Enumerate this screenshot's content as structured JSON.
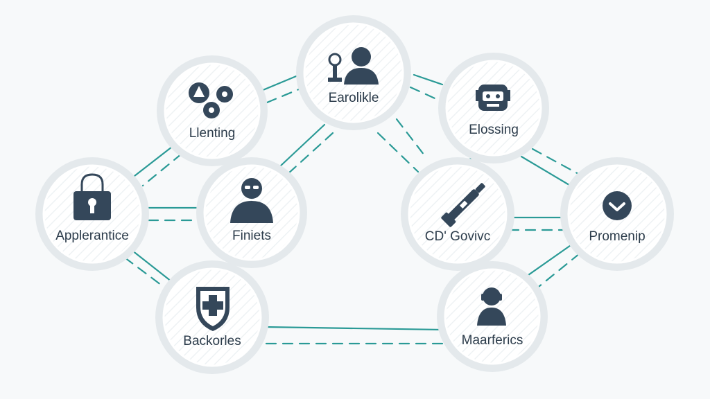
{
  "nodes": [
    {
      "id": "earolikle",
      "label": "Earolikle",
      "icon": "person-with-gear-icon"
    },
    {
      "id": "llenting",
      "label": "Llenting",
      "icon": "circles-group-icon"
    },
    {
      "id": "elossing",
      "label": "Elossing",
      "icon": "robot-head-icon"
    },
    {
      "id": "applerantice",
      "label": "Applerantice",
      "icon": "padlock-icon"
    },
    {
      "id": "finiets",
      "label": "Finiets",
      "icon": "person-glasses-icon"
    },
    {
      "id": "cd-govivc",
      "label": "CD' Govivc",
      "icon": "wrench-tool-icon"
    },
    {
      "id": "promenip",
      "label": "Promenip",
      "icon": "chevron-down-circle-icon"
    },
    {
      "id": "backorles",
      "label": "Backorles",
      "icon": "shield-cross-icon"
    },
    {
      "id": "maarferics",
      "label": "Maarferics",
      "icon": "person-headset-icon"
    }
  ],
  "colors": {
    "edge": "#2a9a96",
    "icon": "#34475a",
    "label": "#2b3b4a",
    "ring": "#e4e9ec"
  }
}
